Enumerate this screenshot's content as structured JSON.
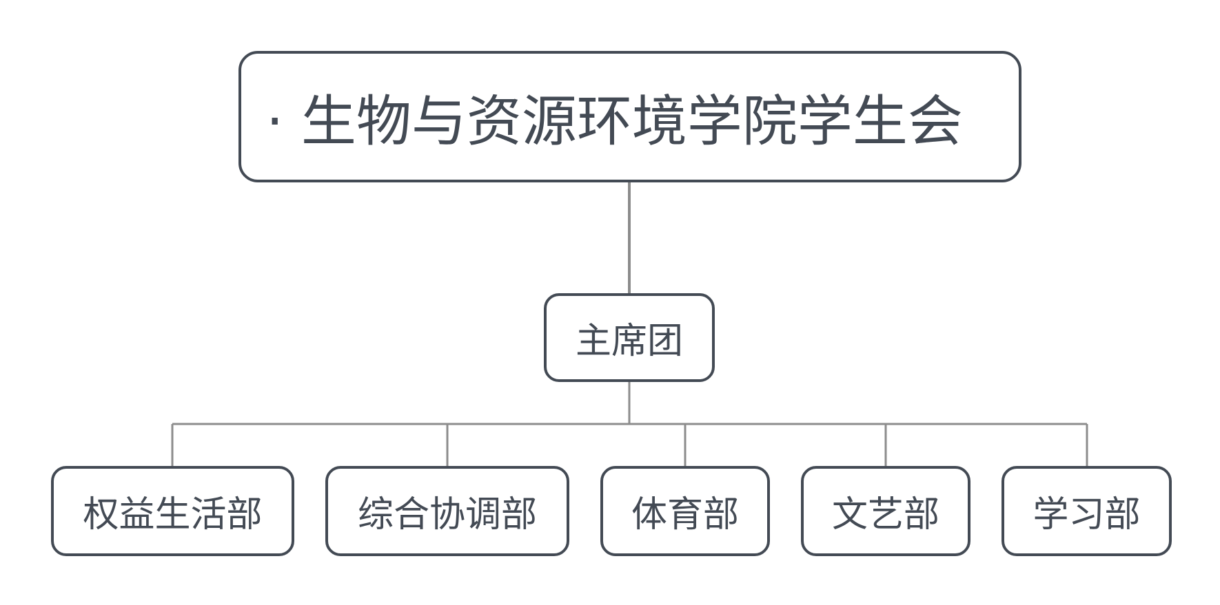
{
  "diagram": {
    "root": {
      "label": "· 生物与资源环境学院学生会"
    },
    "level1": {
      "label": "主席团"
    },
    "departments": [
      {
        "label": "权益生活部"
      },
      {
        "label": "综合协调部"
      },
      {
        "label": "体育部"
      },
      {
        "label": "文艺部"
      },
      {
        "label": "学习部"
      }
    ]
  },
  "colors": {
    "node_border": "#434a54",
    "node_text": "#434a54",
    "connector": "#8c8c8c",
    "background": "#ffffff"
  }
}
